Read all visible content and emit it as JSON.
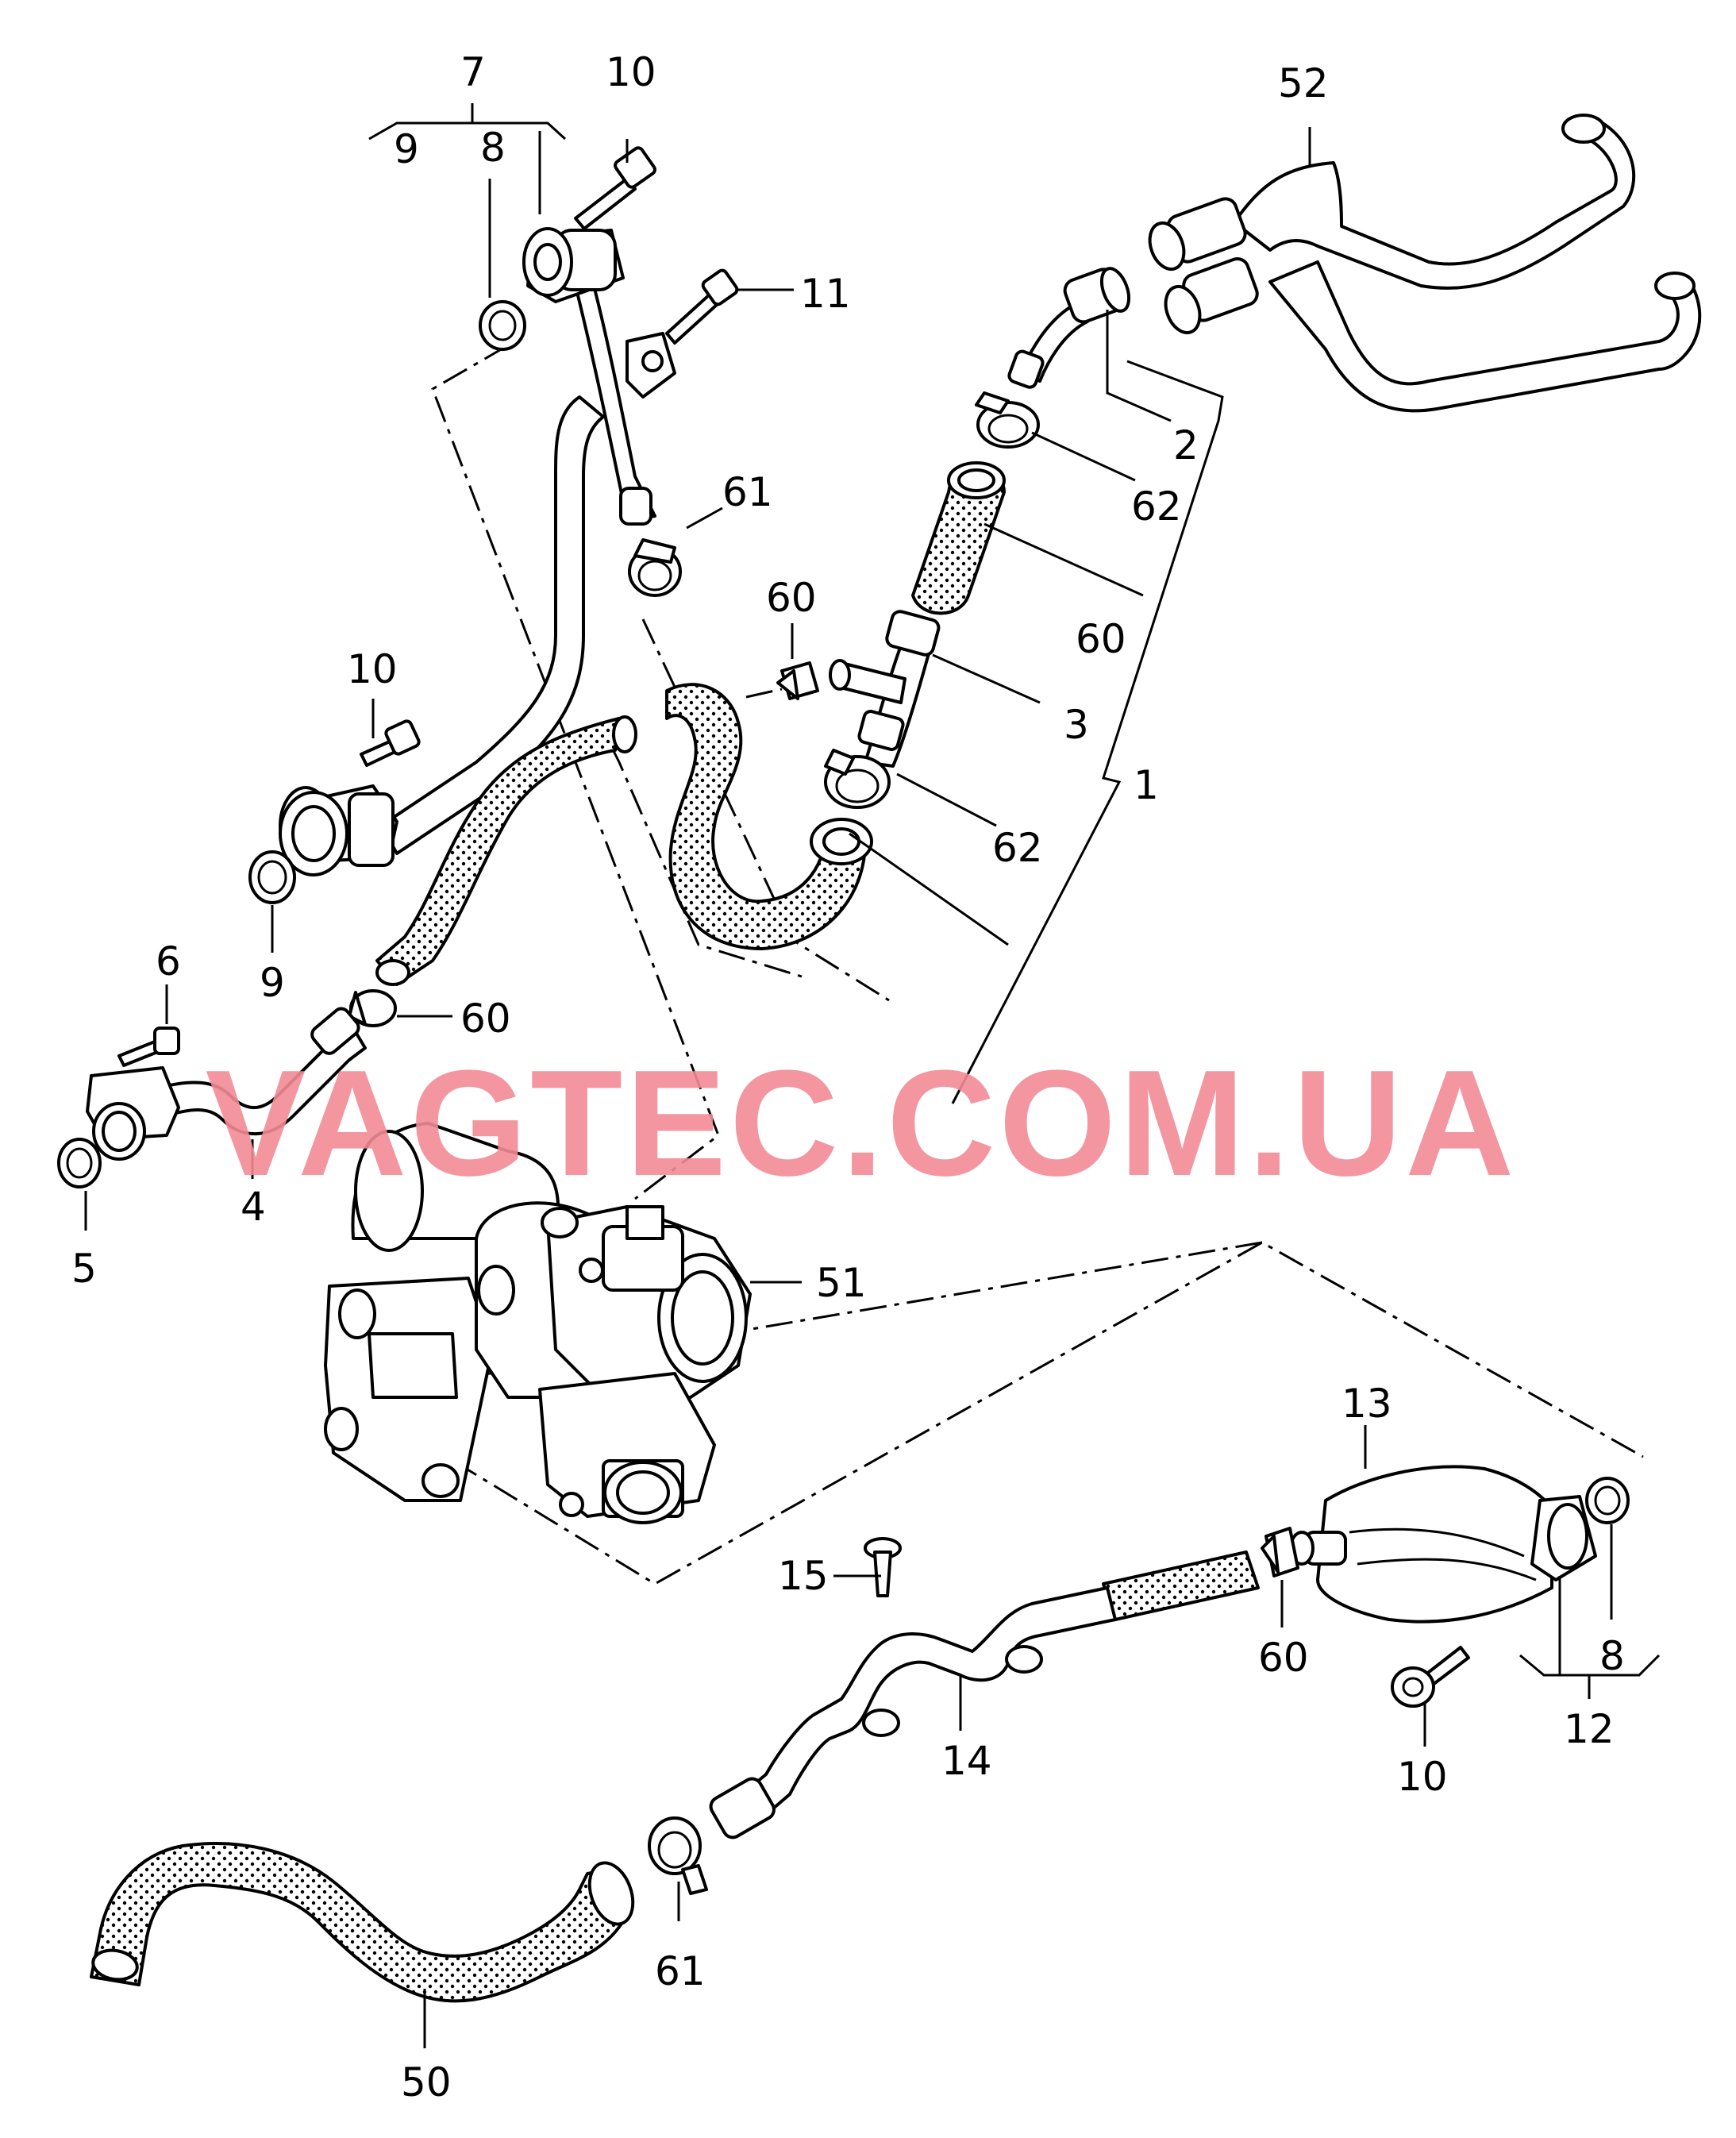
{
  "watermark": {
    "text": "VAGTEC.COM.UA",
    "color": "#f28b96"
  },
  "callouts": [
    {
      "id": "c1",
      "label": "1"
    },
    {
      "id": "c2",
      "label": "2"
    },
    {
      "id": "c3",
      "label": "3"
    },
    {
      "id": "c4",
      "label": "4"
    },
    {
      "id": "c5",
      "label": "5"
    },
    {
      "id": "c6",
      "label": "6"
    },
    {
      "id": "c7",
      "label": "7"
    },
    {
      "id": "c8a",
      "label": "8"
    },
    {
      "id": "c8b",
      "label": "8"
    },
    {
      "id": "c9a",
      "label": "9"
    },
    {
      "id": "c9b",
      "label": "9"
    },
    {
      "id": "c10a",
      "label": "10"
    },
    {
      "id": "c10b",
      "label": "10"
    },
    {
      "id": "c10c",
      "label": "10"
    },
    {
      "id": "c11",
      "label": "11"
    },
    {
      "id": "c12",
      "label": "12"
    },
    {
      "id": "c13",
      "label": "13"
    },
    {
      "id": "c14",
      "label": "14"
    },
    {
      "id": "c15",
      "label": "15"
    },
    {
      "id": "c50",
      "label": "50"
    },
    {
      "id": "c51",
      "label": "51"
    },
    {
      "id": "c52",
      "label": "52"
    },
    {
      "id": "c60a",
      "label": "60"
    },
    {
      "id": "c60b",
      "label": "60"
    },
    {
      "id": "c60c",
      "label": "60"
    },
    {
      "id": "c60d",
      "label": "60"
    },
    {
      "id": "c61a",
      "label": "61"
    },
    {
      "id": "c61b",
      "label": "61"
    },
    {
      "id": "c62a",
      "label": "62"
    },
    {
      "id": "c62b",
      "label": "62"
    }
  ]
}
